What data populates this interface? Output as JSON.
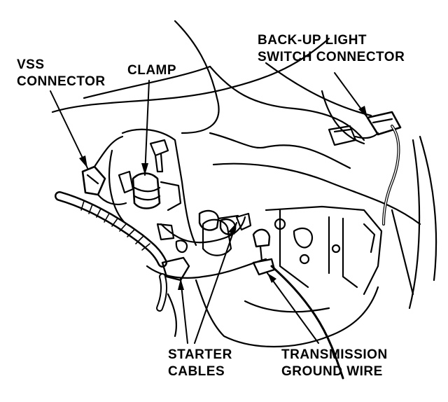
{
  "diagram": {
    "labels": {
      "backup_light": {
        "line1": "BACK-UP LIGHT",
        "line2": "SWITCH CONNECTOR"
      },
      "vss": {
        "line1": "VSS",
        "line2": "CONNECTOR"
      },
      "clamp": {
        "line1": "CLAMP"
      },
      "starter": {
        "line1": "STARTER",
        "line2": "CABLES"
      },
      "ground": {
        "line1": "TRANSMISSION",
        "line2": "GROUND WIRE"
      }
    },
    "colors": {
      "ink": "#000000",
      "paper": "#ffffff"
    }
  }
}
